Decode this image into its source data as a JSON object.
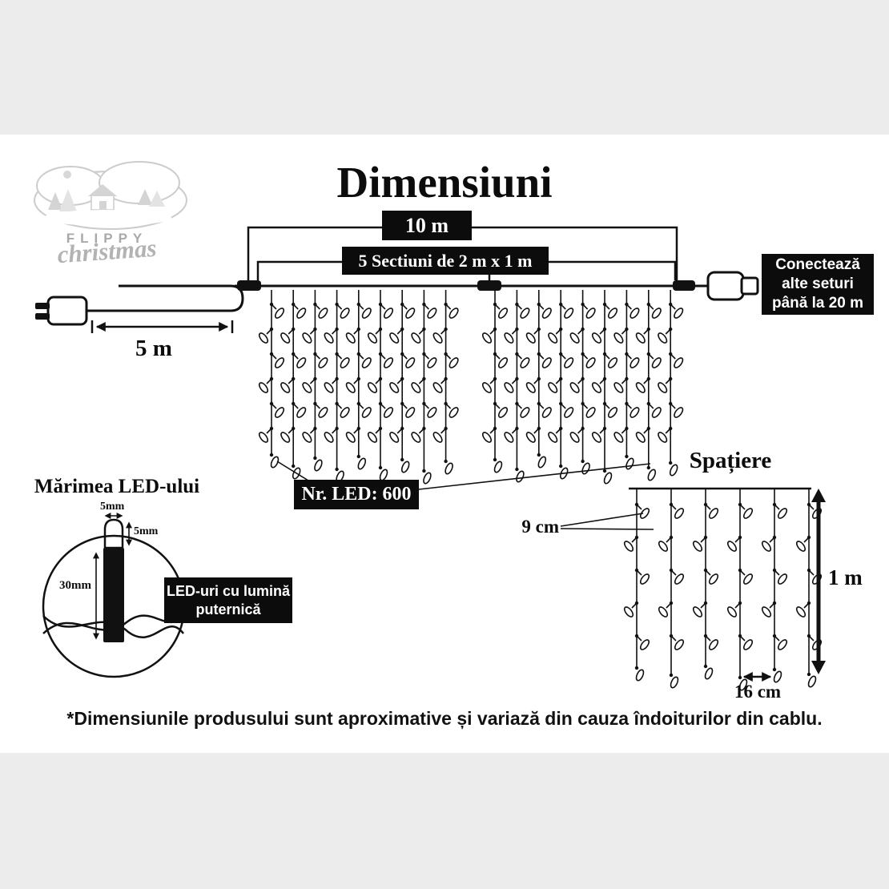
{
  "page": {
    "title": "Dimensiuni",
    "disclaimer": "*Dimensiunile produsului sunt aproximative și variază din cauza îndoiturilor din cablu."
  },
  "brand": {
    "top": "FLIPPY",
    "bottom": "christmas"
  },
  "diagram": {
    "total_length": "10 m",
    "sections": "5  Sectiuni de  2 m x 1 m",
    "lead_length": "5 m",
    "led_count": "Nr. LED:  600"
  },
  "connector_note": {
    "line1": "Conectează",
    "line2": "alte seturi",
    "line3": "până la 20 m"
  },
  "led_size": {
    "title": "Mărimea LED-ului",
    "tip_width": "5mm",
    "tip_height": "5mm",
    "body_height": "30mm",
    "note_line1": "LED-uri cu lumină",
    "note_line2": "puternică"
  },
  "spacing": {
    "title": "Spațiere",
    "led_gap": "9 cm",
    "string_gap": "16 cm",
    "drop_length": "1 m"
  }
}
